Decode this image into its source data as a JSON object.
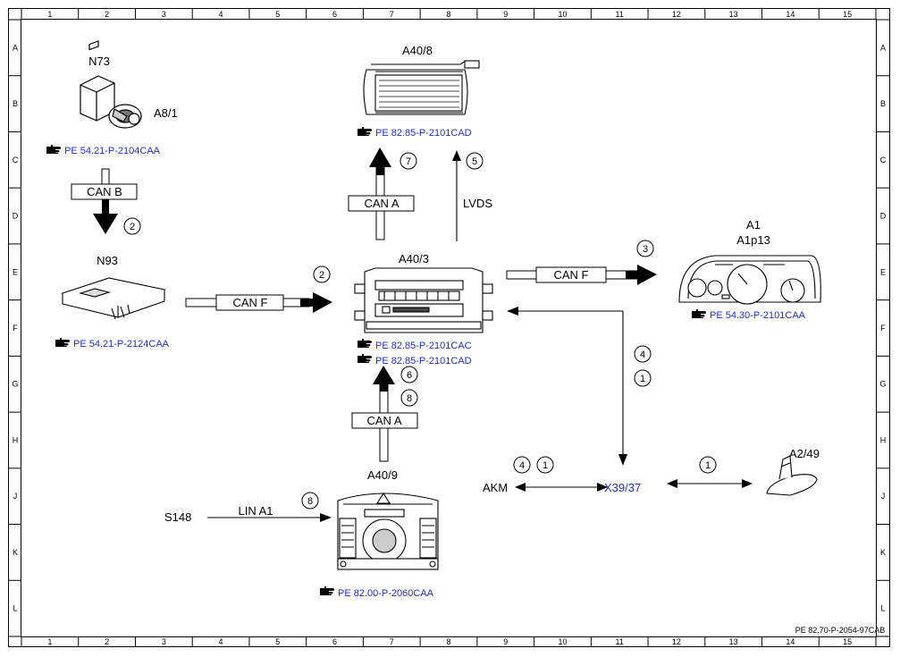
{
  "grid": {
    "columns": [
      "1",
      "2",
      "3",
      "4",
      "5",
      "6",
      "7",
      "8",
      "9",
      "10",
      "11",
      "12",
      "13",
      "14",
      "15"
    ],
    "rows": [
      "A",
      "B",
      "C",
      "D",
      "E",
      "F",
      "G",
      "H",
      "J",
      "K",
      "L"
    ]
  },
  "components": {
    "n73": {
      "label": "N73",
      "sub_label": "A8/1",
      "ref": "PE 54.21-P-2104CAA"
    },
    "n93": {
      "label": "N93",
      "ref": "PE 54.21-P-2124CAA"
    },
    "a40_8": {
      "label": "A40/8",
      "ref": "PE 82.85-P-2101CAD"
    },
    "a40_3": {
      "label": "A40/3",
      "ref1": "PE 82.85-P-2101CAC",
      "ref2": "PE 82.85-P-2101CAD"
    },
    "a1": {
      "label": "A1",
      "sub_label": "A1p13",
      "ref": "PE 54.30-P-2101CAA"
    },
    "a40_9": {
      "label": "A40/9",
      "ref": "PE 82.00-P-2060CAA"
    },
    "a2_49": {
      "label": "A2/49"
    },
    "x39_37": {
      "label": "X39/37"
    },
    "akm": {
      "label": "AKM"
    },
    "s148": {
      "label": "S148"
    }
  },
  "buses": {
    "can_b": "CAN B",
    "can_f_left": "CAN F",
    "can_f_right": "CAN F",
    "can_a_top": "CAN A",
    "can_a_bottom": "CAN A",
    "lvds": "LVDS",
    "lin_a1": "LIN A1"
  },
  "markers": {
    "m_can_b": "2",
    "m_can_f_left": "2",
    "m_can_a_top": "7",
    "m_lvds": "5",
    "m_can_f_right": "3",
    "m_x39_a": "4",
    "m_x39_b": "1",
    "m_can_a_bottom_a": "6",
    "m_can_a_bottom_b": "8",
    "m_akm_a": "4",
    "m_akm_b": "1",
    "m_a2": "1",
    "m_lin": "8"
  },
  "doc_code": "PE 82.70-P-2054-97CAB",
  "colors": {
    "link": "#1f2fd0",
    "line": "#000000"
  },
  "icons": {
    "ref_pointer": "pointing-hand-icon"
  }
}
